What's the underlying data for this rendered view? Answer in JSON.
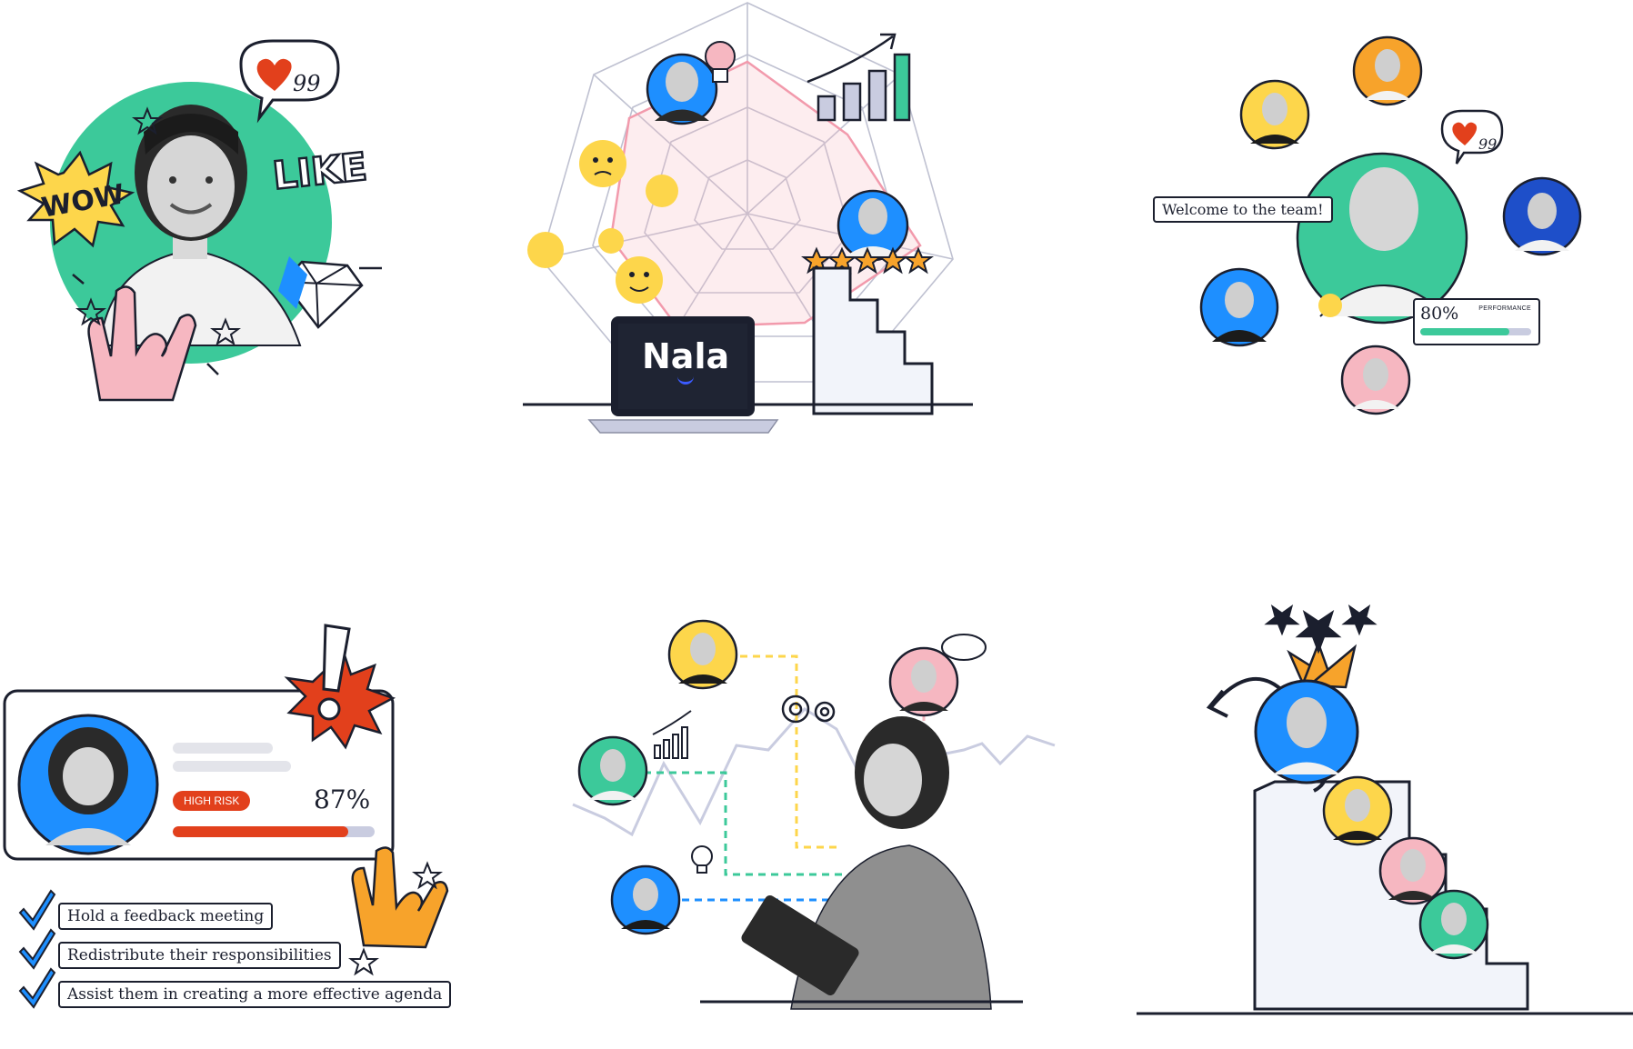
{
  "stickers": {
    "like_text": "LIKE",
    "wow_text": "WOW",
    "like_count": "99"
  },
  "review": {
    "brand": "Nala",
    "brand_accent": "#3b5bff"
  },
  "onboarding": {
    "welcome": "Welcome to the team!",
    "like_count": "99",
    "performance_value": "80%",
    "performance_label": "PERFORMANCE",
    "performance_fill": 0.8
  },
  "risk": {
    "badge": "HIGH RISK",
    "percent": "87%",
    "fill": 0.87,
    "actions": [
      "Hold a feedback meeting",
      "Redistribute their responsibilities",
      "Assist them in creating a more effective agenda"
    ]
  },
  "colors": {
    "green": "#3cc99a",
    "yellow": "#fdd64b",
    "blue": "#1e8fff",
    "orange": "#f7a32b",
    "pink": "#f6b7c1",
    "red": "#e2401c",
    "ink": "#1b1f2e"
  }
}
